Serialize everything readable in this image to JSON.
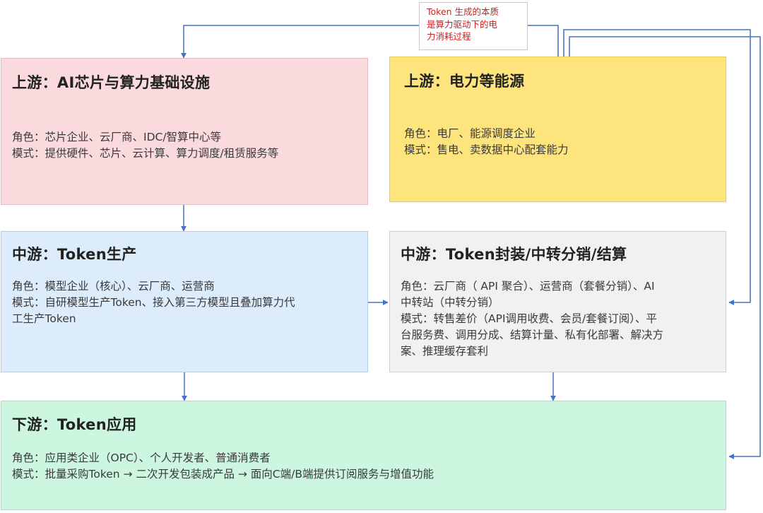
{
  "note": {
    "lines": [
      "Token 生成的本质",
      "是算力驱动下的电",
      "力消耗过程"
    ],
    "color": "#d41d1d"
  },
  "boxes": {
    "upstream_chips": {
      "title": "上游：AI芯片与算力基础设施",
      "lines": [
        "角色：芯片企业、云厂商、IDC/智算中心等",
        "模式：提供硬件、芯片、云计算、算力调度/租赁服务等"
      ],
      "fill": "#fadadd",
      "border": "#e9b7bd"
    },
    "upstream_power": {
      "title": "上游：电力等能源",
      "lines": [
        "角色：电厂、能源调度企业",
        "模式：售电、卖数据中心配套能力"
      ],
      "fill": "#fee47d",
      "border": "#eccb55"
    },
    "midstream_production": {
      "title": "中游：Token生产",
      "lines": [
        "角色：模型企业（核心）、云厂商、运营商",
        "模式：自研模型生产Token、接入第三方模型且叠加算力代",
        "工生产Token"
      ],
      "fill": "#ddecfa",
      "border": "#b3cde6"
    },
    "midstream_distribution": {
      "title": "中游：Token封装/中转分销/结算",
      "lines": [
        "角色：云厂商（ API 聚合）、运营商（套餐分销）、AI",
        "中转站（中转分销）",
        "模式：转售差价（API调用收费、会员/套餐订阅）、平",
        "台服务费、调用分成、结算计量、私有化部署、解决方",
        "案、推理缓存套利"
      ],
      "fill": "#f1f1f1",
      "border": "#cfcfcf"
    },
    "downstream_application": {
      "title": "下游：Token应用",
      "lines": [
        "角色：应用类企业（OPC）、个人开发者、普通消费者",
        "模式：批量采购Token → 二次开发包装成产品 → 面向C端/B端提供订阅服务与增值功能"
      ],
      "fill": "#cdf6e1",
      "border": "#a9dfc3"
    }
  },
  "arrow_color": "#4472c4"
}
